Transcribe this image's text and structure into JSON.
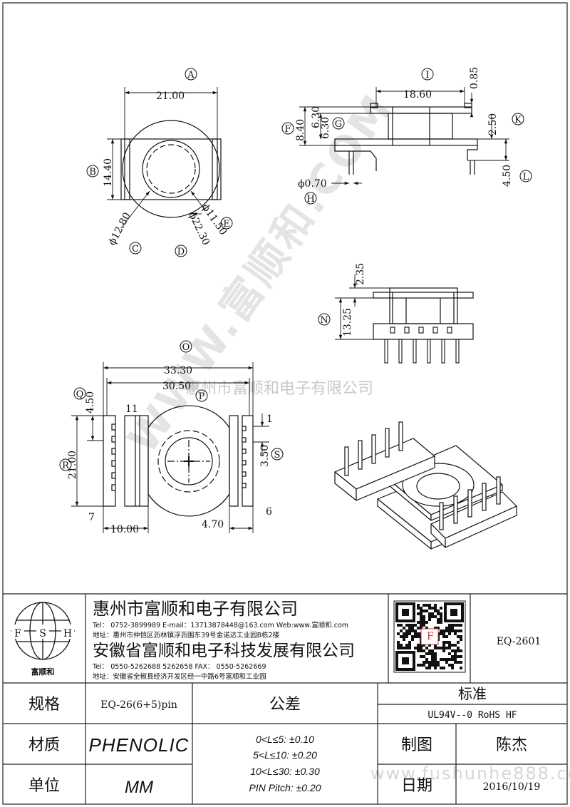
{
  "drawing": {
    "letters": {
      "A": "A",
      "B": "B",
      "C": "C",
      "D": "D",
      "E": "E",
      "F": "F",
      "G": "G",
      "H": "H",
      "I": "I",
      "K": "K",
      "L": "L",
      "N": "N",
      "O": "O",
      "P": "P",
      "Q": "Q",
      "R": "R",
      "S": "S"
    },
    "dims": {
      "a": "21.00",
      "b": "14.40",
      "c": "ϕ12.80",
      "d": "ϕ22.30",
      "e": "ϕ11.50",
      "i": "18.60",
      "j": "0.85",
      "f": "8.40",
      "g": "6.30",
      "g2": "6.30",
      "k": "2.50",
      "l": "4.50",
      "h": "ϕ0.70",
      "n1": "2.35",
      "n": "13.25",
      "o": "33.30",
      "p": "30.50",
      "q": "4.50",
      "r": "21.00",
      "s": "3.50",
      "w10": "10.00",
      "w47": "4.70"
    },
    "pins": {
      "p11": "11",
      "p1": "1",
      "p7": "7",
      "p6": "6"
    },
    "watermarks": {
      "diag": "WWW.富顺和.COM",
      "company": "惠州市富顺和电子有限公司",
      "url": "www.fushunhe888.com"
    }
  },
  "titleblock": {
    "logo": {
      "f": "F",
      "s": "S",
      "h": "H",
      "name": "富顺和"
    },
    "company1": "惠州市富顺和电子有限公司",
    "tel1": "Tel： 0752-3899989   E-mail：13713878448@163.com   Web:www.富顺和.com",
    "addr1": "地址：惠州市仲恺区沥林镇浮沥围东39号金诺达工业园B栋2楼",
    "company2": "安徽省富顺和电子科技发展有限公司",
    "tel2": "Tel： 0550-5262688   5262658        FAX： 0550-5262669",
    "addr2": "地址：安徽省全椒县经济开发区经一中路6号富顺和工业园",
    "part_no": "EQ-2601",
    "spec_label": "规格",
    "spec_value": "EQ-26(6+5)pin",
    "material_label": "材质",
    "material_value": "PHENOLIC",
    "unit_label": "单位",
    "unit_value": "MM",
    "tolerance_label": "公差",
    "tol": [
      "0<L≤5: ±0.10",
      "5<L≤10: ±0.20",
      "10<L≤30: ±0.30",
      "PIN Pitch: ±0.20"
    ],
    "standard_label": "标准",
    "standard_value": "UL94V--0  RoHS HF",
    "drawn_label": "制图",
    "drawn_value": "陈杰",
    "date_label": "日期",
    "date_value": "2016/10/19"
  }
}
